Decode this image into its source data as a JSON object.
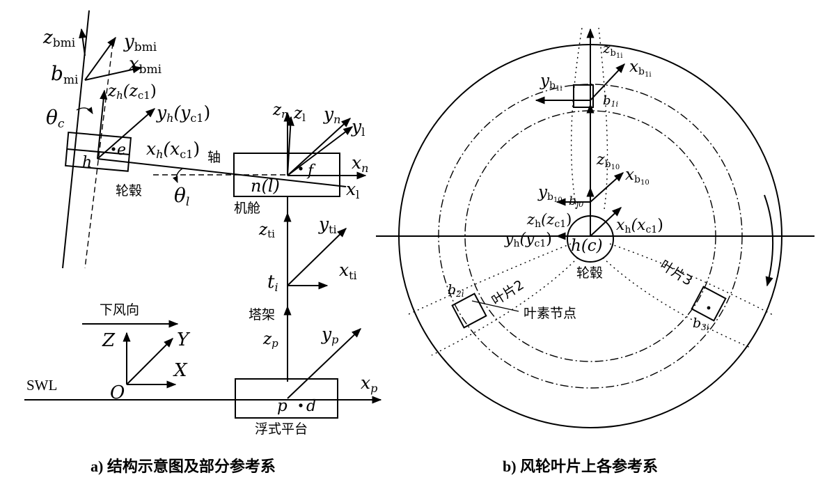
{
  "panel_a": {
    "caption": "a) 结构示意图及部分参考系",
    "blade": {
      "z_bmi": "z",
      "z_bmi_sub": "bmi",
      "y_bmi": "y",
      "y_bmi_sub": "bmi",
      "x_bmi": "x",
      "x_bmi_sub": "bmi",
      "b_mi": "b",
      "b_mi_sub": "mi",
      "theta_c": "θ",
      "theta_c_sub": "c"
    },
    "hub": {
      "z_h": "z",
      "z_h_sub": "h",
      "z_h_paren": "(z",
      "z_h_paren_sub": "c1",
      "z_h_close": ")",
      "y_h": "y",
      "y_h_sub": "h",
      "y_h_paren": "(y",
      "y_h_paren_sub": "c1",
      "y_h_close": ")",
      "x_h": "x",
      "x_h_sub": "h",
      "x_h_paren": "(x",
      "x_h_paren_sub": "c1",
      "x_h_close": ")",
      "h": "h",
      "e": "e",
      "shaft_label": "轴",
      "hub_label": "轮毂",
      "theta_l": "θ",
      "theta_l_sub": "l"
    },
    "nacelle": {
      "z_n": "z",
      "z_n_sub": "n",
      "z_l": "z",
      "z_l_sub": "l",
      "y_n": "y",
      "y_n_sub": "n",
      "y_l": "y",
      "y_l_sub": "l",
      "x_n": "x",
      "x_n_sub": "n",
      "x_l": "x",
      "x_l_sub": "l",
      "n_l": "n(l)",
      "f": "f",
      "label": "机舱"
    },
    "tower": {
      "z_ti": "z",
      "z_ti_sub": "ti",
      "y_ti": "y",
      "y_ti_sub": "ti",
      "x_ti": "x",
      "x_ti_sub": "ti",
      "t_i": "t",
      "t_i_sub": "i",
      "label": "塔架"
    },
    "platform": {
      "z_p": "z",
      "z_p_sub": "p",
      "y_p": "y",
      "y_p_sub": "p",
      "x_p": "x",
      "x_p_sub": "p",
      "p": "p",
      "d": "d",
      "label": "浮式平台"
    },
    "global": {
      "wind_label": "下风向",
      "Z": "Z",
      "Y": "Y",
      "X": "X",
      "O": "O",
      "swl": "SWL"
    }
  },
  "panel_b": {
    "caption": "b) 风轮叶片上各参考系",
    "z_b1i": "z",
    "z_b1i_sub": "b",
    "x_b1i": "x",
    "x_b1i_sub": "b",
    "y_b1i": "y",
    "y_b1i_sub": "b",
    "b1i": "b",
    "z_b10": "z",
    "z_b10_sub": "b",
    "x_b10": "x",
    "x_b10_sub": "b",
    "y_b10": "y",
    "y_b10_sub": "b",
    "b_j0": "b",
    "z_h": "z",
    "z_h_sub": "h",
    "z_h_paren": "(z",
    "z_h_paren_sub": "c1",
    "z_h_close": ")",
    "x_h": "x",
    "x_h_sub": "h",
    "x_h_paren": "(x",
    "x_h_paren_sub": "c1",
    "x_h_close": ")",
    "y_h": "y",
    "y_h_sub": "h",
    "y_h_paren": "(y",
    "y_h_paren_sub": "c1",
    "y_h_close": ")",
    "hc": "h(c)",
    "hub_label": "轮毂",
    "blade2": "叶片2",
    "blade3": "叶片3",
    "node_label": "叶素节点",
    "b2i": "b",
    "b3i": "b"
  }
}
